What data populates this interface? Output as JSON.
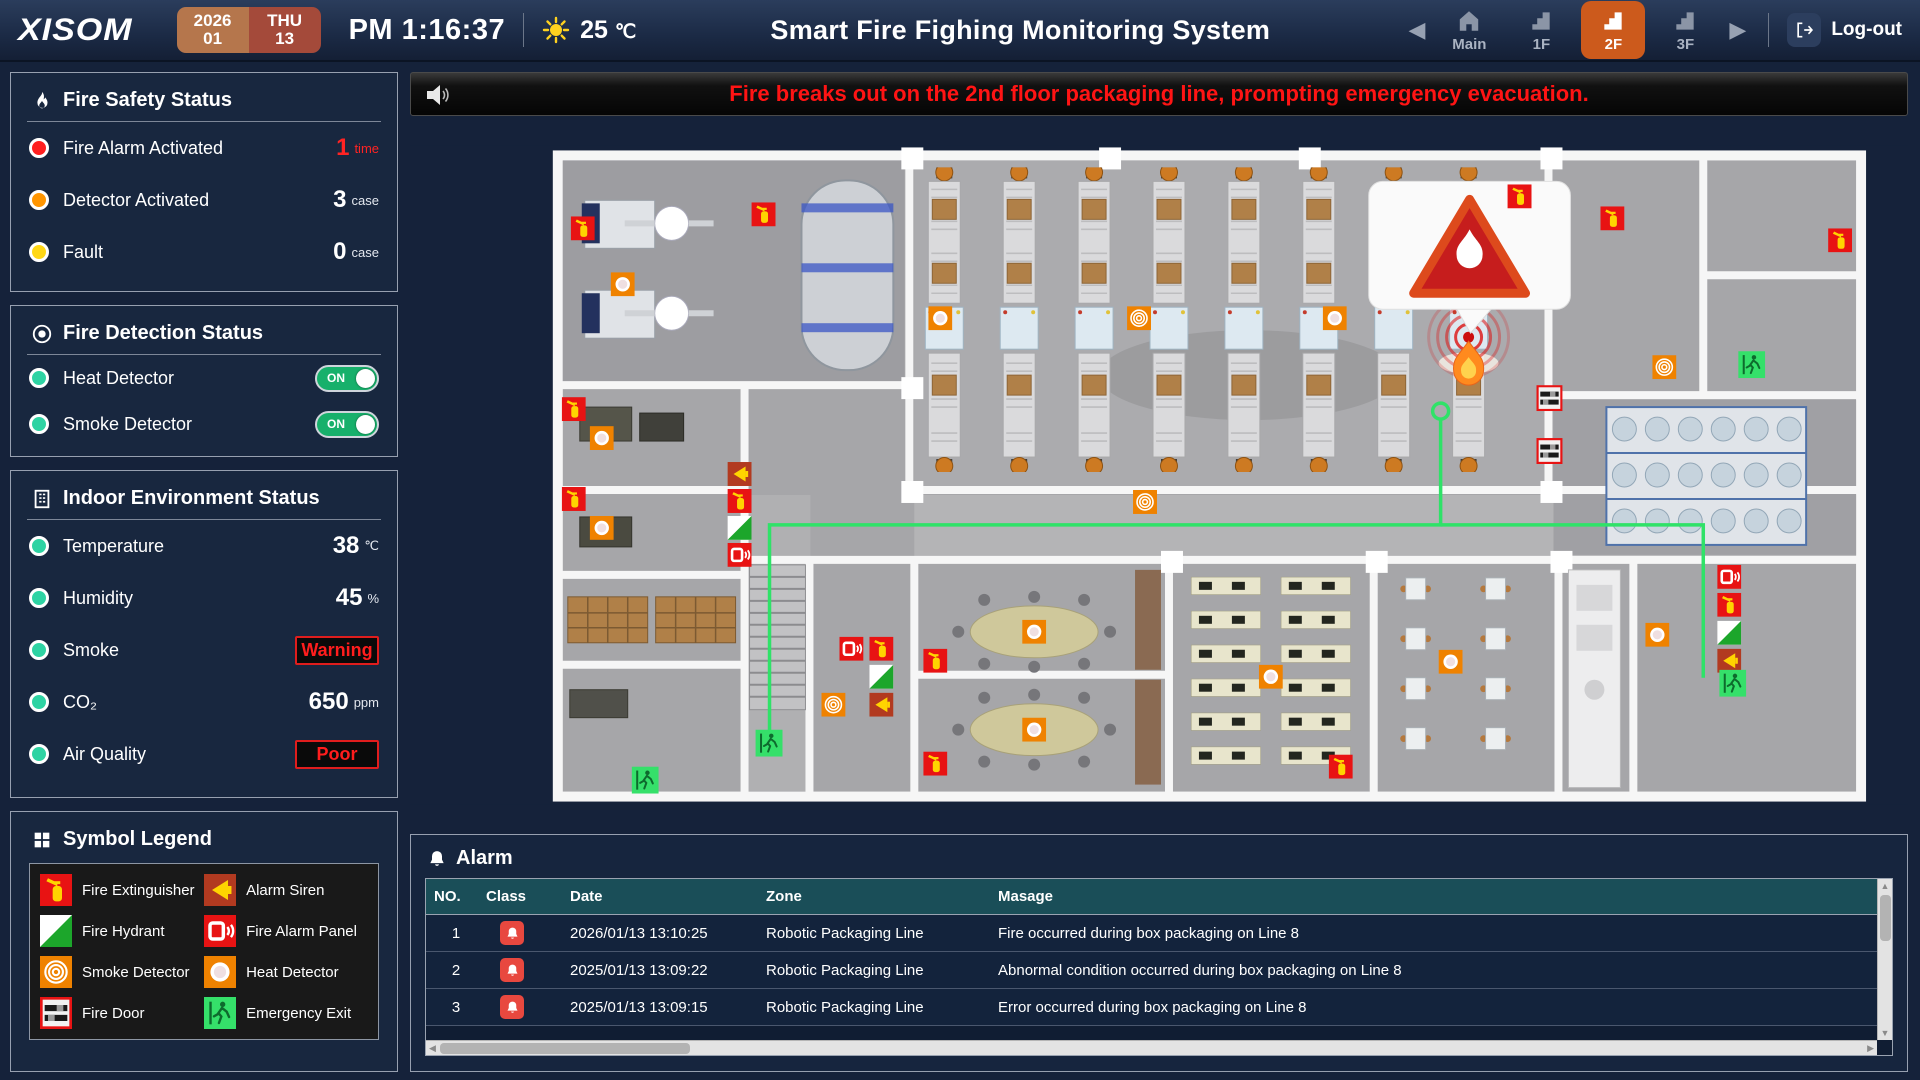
{
  "header": {
    "logo": "XISOM",
    "date": {
      "year": "2026",
      "month": "01",
      "weekday": "THU",
      "day": "13"
    },
    "time": "PM 1:16:37",
    "temperature": "25",
    "temperature_unit": "℃",
    "title": "Smart Fire Fighing Monitoring System",
    "nav": {
      "prev": "◀",
      "next": "▶",
      "items": [
        {
          "label": "Main"
        },
        {
          "label": "1F"
        },
        {
          "label": "2F",
          "active": true
        },
        {
          "label": "3F"
        }
      ]
    },
    "logout_label": "Log-out"
  },
  "alert_banner": {
    "message": "Fire breaks out on the 2nd floor packaging line, prompting emergency evacuation."
  },
  "panels": {
    "fire_safety": {
      "title": "Fire Safety Status",
      "items": [
        {
          "label": "Fire Alarm Activated",
          "value": "1",
          "unit": "time",
          "dot_color": "#ff1f1f"
        },
        {
          "label": "Detector Activated",
          "value": "3",
          "unit": "case",
          "dot_color": "#ff9500"
        },
        {
          "label": "Fault",
          "value": "0",
          "unit": "case",
          "dot_color": "#ffd715"
        }
      ]
    },
    "fire_detection": {
      "title": "Fire Detection Status",
      "items": [
        {
          "label": "Heat Detector",
          "state": "ON"
        },
        {
          "label": "Smoke Detector",
          "state": "ON"
        }
      ]
    },
    "environment": {
      "title": "Indoor Environment Status",
      "items": [
        {
          "label": "Temperature",
          "value": "38",
          "unit": "℃"
        },
        {
          "label": "Humidity",
          "value": "45",
          "unit": "%"
        },
        {
          "label": "Smoke",
          "badge": "Warning"
        },
        {
          "label": "CO₂",
          "value": "650",
          "unit": "ppm"
        },
        {
          "label": "Air Quality",
          "badge": "Poor"
        }
      ]
    },
    "legend": {
      "title": "Symbol Legend",
      "items": [
        {
          "icon": "fire-extinguisher-icon",
          "label": "Fire Extinguisher"
        },
        {
          "icon": "alarm-siren-icon",
          "label": "Alarm Siren"
        },
        {
          "icon": "fire-hydrant-icon",
          "label": "Fire Hydrant"
        },
        {
          "icon": "fire-alarm-panel-icon",
          "label": "Fire Alarm Panel"
        },
        {
          "icon": "smoke-detector-icon",
          "label": "Smoke Detector"
        },
        {
          "icon": "heat-detector-icon",
          "label": "Heat Detector"
        },
        {
          "icon": "fire-door-icon",
          "label": "Fire Door"
        },
        {
          "icon": "emergency-exit-icon",
          "label": "Emergency Exit"
        }
      ]
    }
  },
  "alarm": {
    "title": "Alarm",
    "columns": [
      "NO.",
      "Class",
      "Date",
      "Zone",
      "Masage"
    ],
    "rows": [
      {
        "no": "1",
        "class_icon": "alarm-bell",
        "date": "2026/01/13 13:10:25",
        "zone": "Robotic Packaging Line",
        "message": "Fire occurred during box packaging on Line 8"
      },
      {
        "no": "2",
        "class_icon": "alarm-bell",
        "date": "2025/01/13 13:09:22",
        "zone": "Robotic Packaging Line",
        "message": "Abnormal condition occurred during box packaging on Line 8"
      },
      {
        "no": "3",
        "class_icon": "alarm-bell",
        "date": "2025/01/13 13:09:15",
        "zone": "Robotic Packaging Line",
        "message": "Error occurred during box packaging on Line 8"
      }
    ],
    "scrollbar": {
      "up": "▲",
      "down": "▼",
      "left": "◀",
      "right": "▶"
    }
  },
  "colors": {
    "accent_orange": "#cc5a1c",
    "alert_red": "#ff1414",
    "toggle_green": "#17b06b",
    "table_header_teal": "#1a4e58",
    "ok_teal_dot": "#2ed3a3"
  }
}
